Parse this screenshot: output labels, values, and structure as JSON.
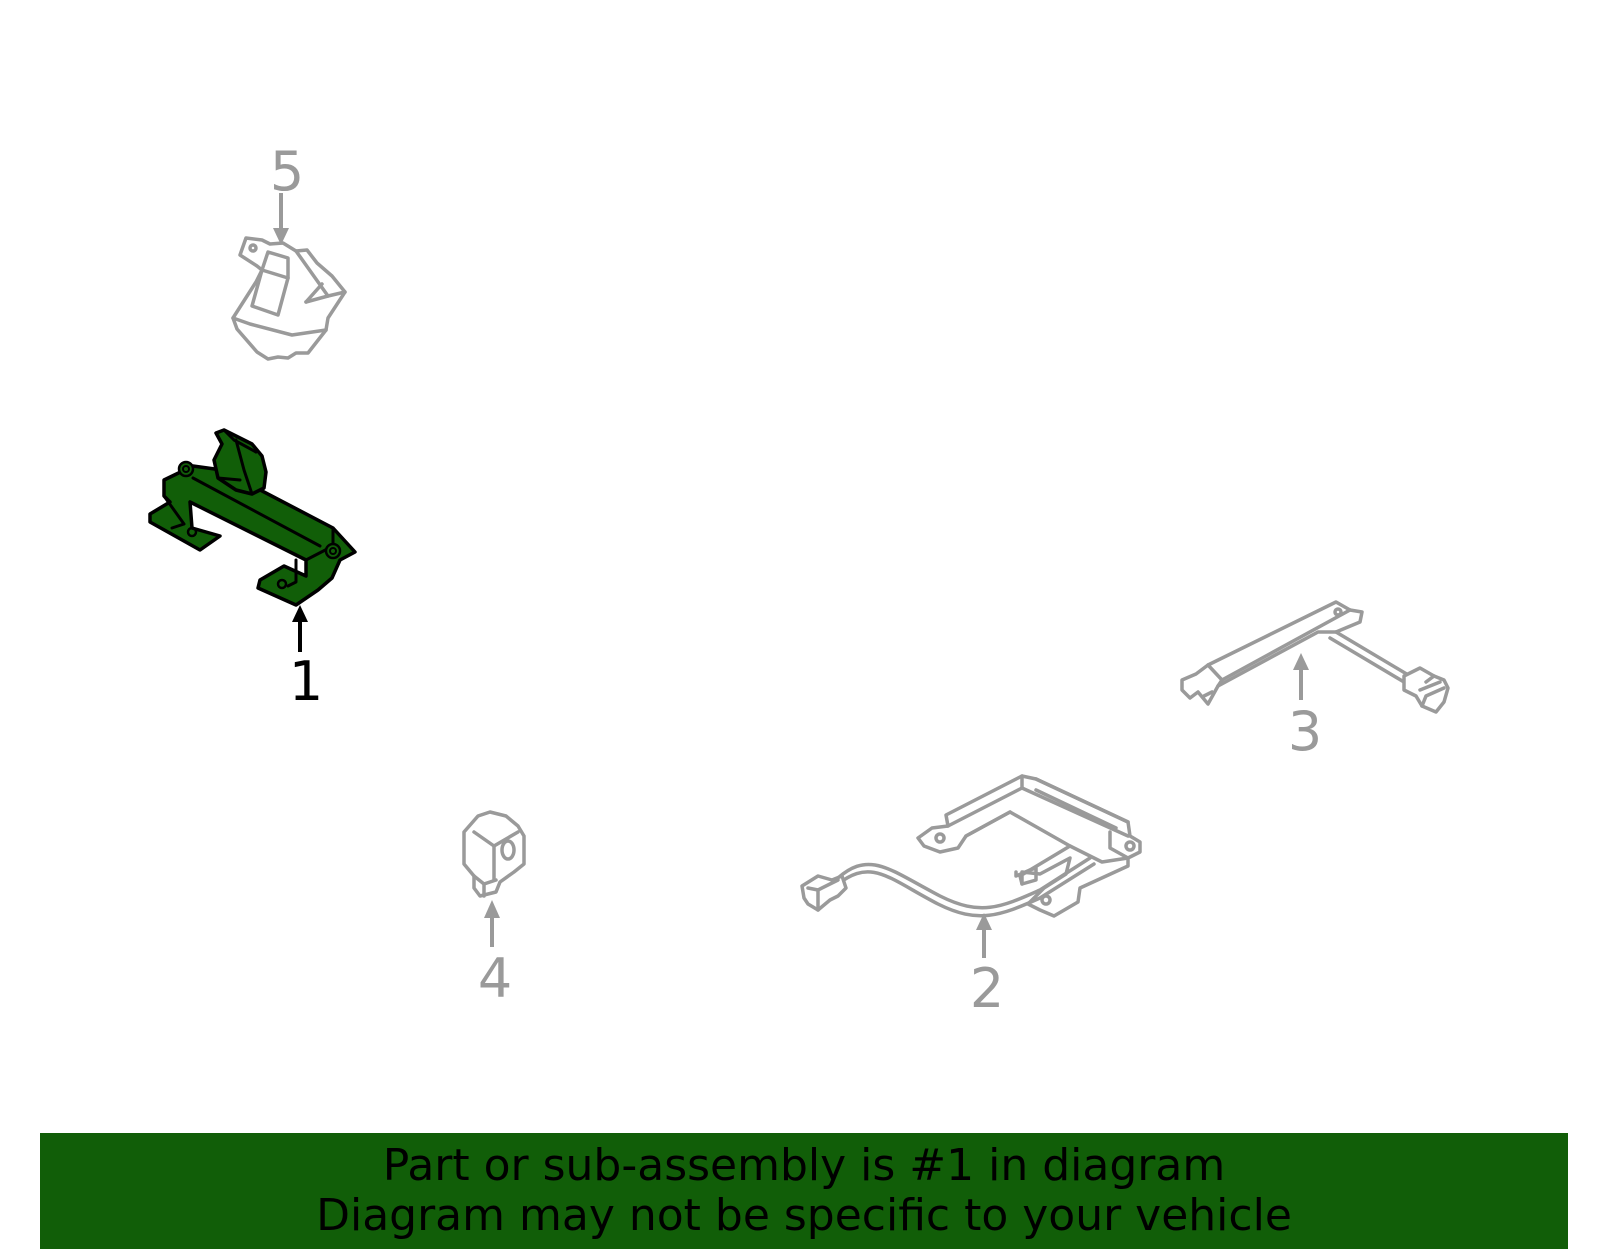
{
  "colors": {
    "highlight": "#115e08",
    "inactive": "#9a9a9a",
    "banner_background": "#115e08",
    "banner_text": "#000000"
  },
  "callouts": {
    "part_1": "1",
    "part_2": "2",
    "part_3": "3",
    "part_4": "4",
    "part_5": "5"
  },
  "highlighted_part": "1",
  "banner": {
    "line1": "Part or sub-assembly is #1 in diagram",
    "line2": "Diagram may not be specific to your vehicle"
  }
}
